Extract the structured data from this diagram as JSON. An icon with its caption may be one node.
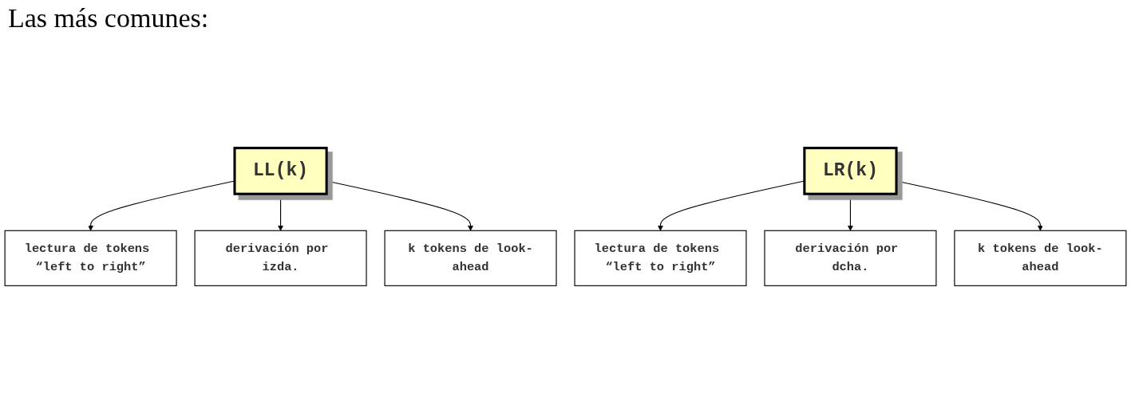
{
  "diagram": {
    "title": "Las más comunes:",
    "nodes": [
      {
        "text": [
          "LL(k)"
        ]
      },
      {
        "text": [
          "lectura de tokens “left to right”"
        ]
      },
      {
        "text": [
          "derivación por izda."
        ]
      },
      {
        "text": [
          "k tokens de look-ahead"
        ]
      },
      {
        "text": [
          "LR(k)"
        ]
      },
      {
        "text": [
          "lectura de tokens “left to right”"
        ]
      },
      {
        "text": [
          "derivación por dcha."
        ]
      },
      {
        "text": [
          "k tokens de look-ahead"
        ]
      }
    ],
    "edges": [
      {
        "from": 0,
        "to": 1,
        "arrow": "to"
      },
      {
        "from": 0,
        "to": 2,
        "arrow": "to"
      },
      {
        "from": 0,
        "to": 3,
        "arrow": "to"
      },
      {
        "from": 4,
        "to": 5,
        "arrow": "to"
      },
      {
        "from": 4,
        "to": 6,
        "arrow": "to"
      },
      {
        "from": 4,
        "to": 7,
        "arrow": "to"
      }
    ]
  }
}
